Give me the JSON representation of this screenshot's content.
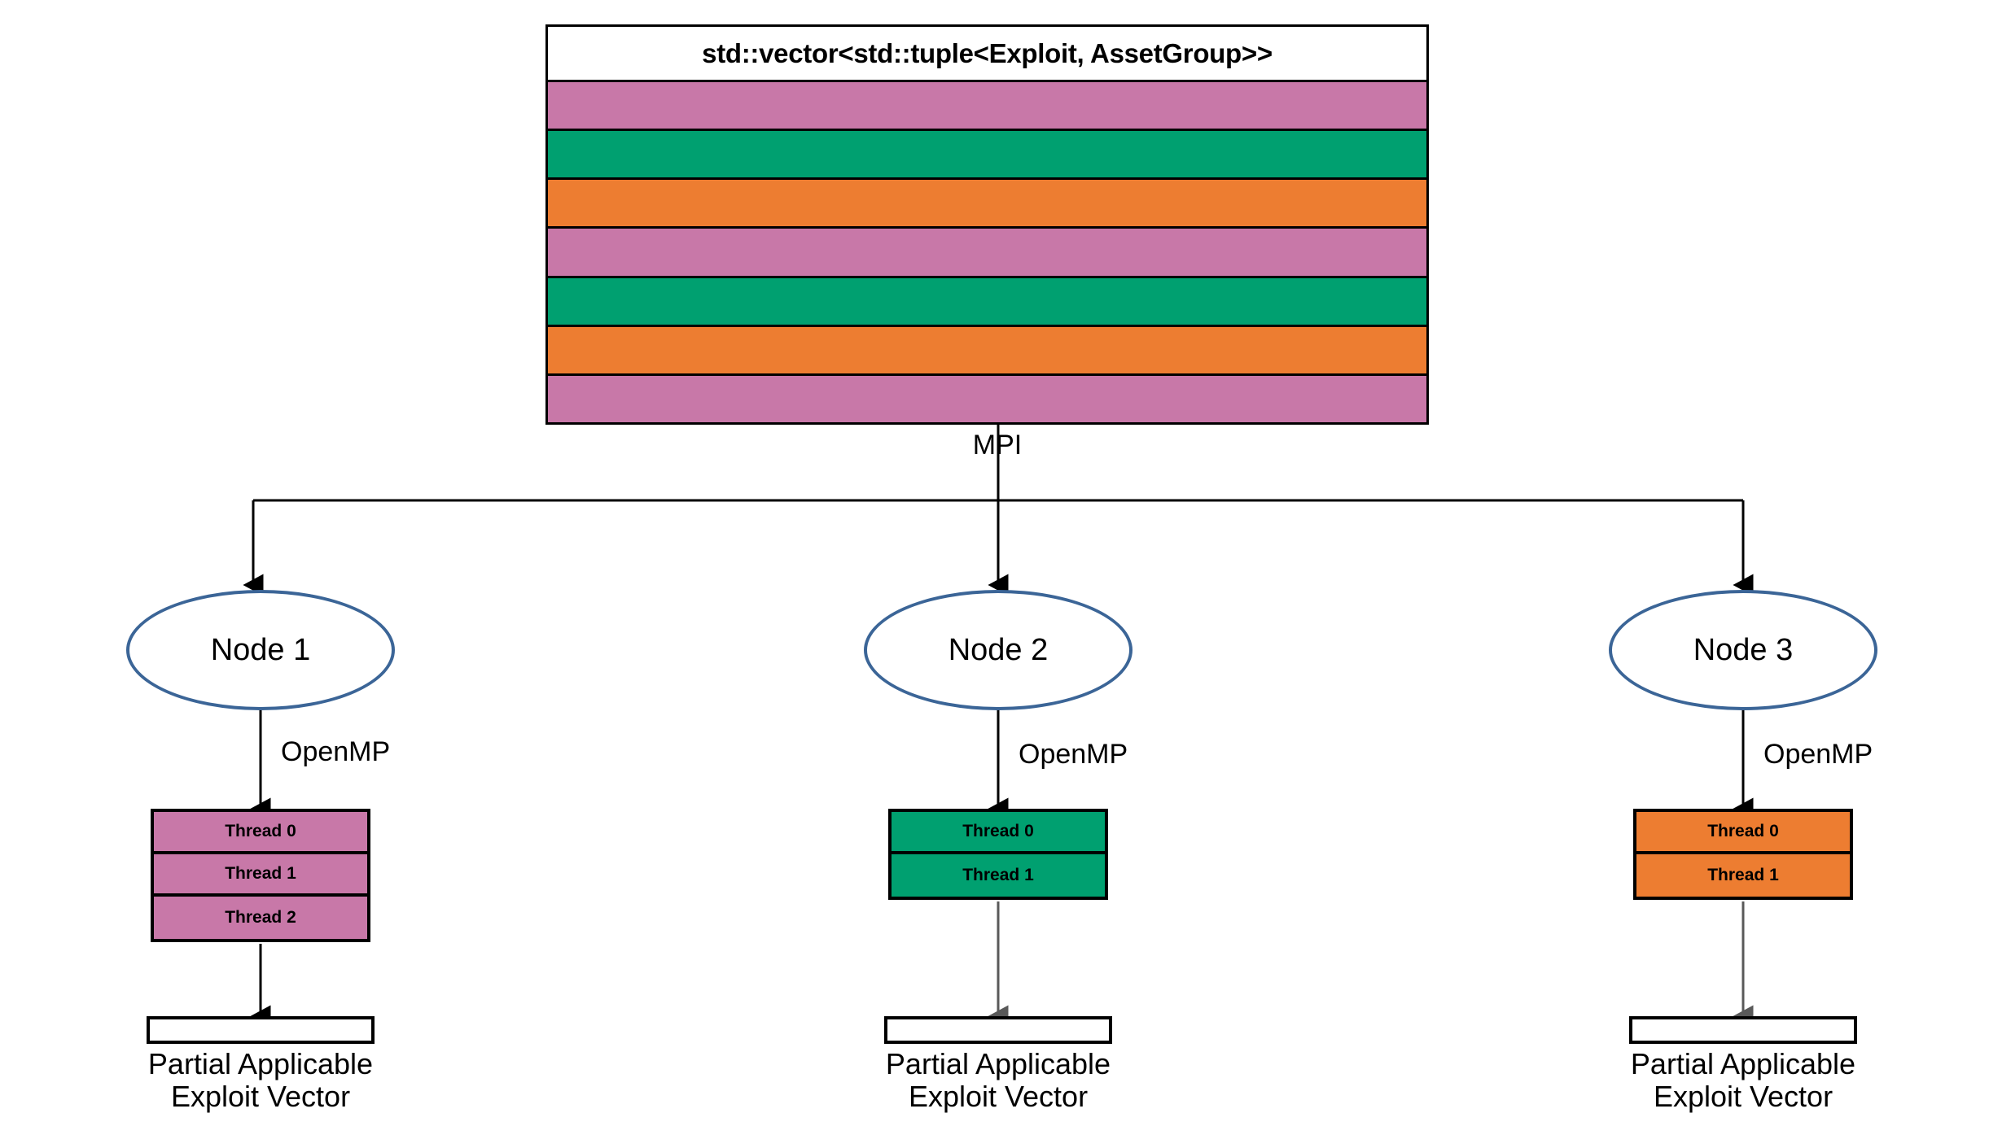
{
  "diagram": {
    "title": "MPI + OpenMP hybrid exploit vector distribution",
    "vector": {
      "header_label": "std::vector<std::tuple<Exploit, AssetGroup>>",
      "bands": [
        {
          "index": 0,
          "color": "#C878A8"
        },
        {
          "index": 1,
          "color": "#00A070"
        },
        {
          "index": 2,
          "color": "#ED7D31"
        },
        {
          "index": 3,
          "color": "#C878A8"
        },
        {
          "index": 4,
          "color": "#00A070"
        },
        {
          "index": 5,
          "color": "#ED7D31"
        },
        {
          "index": 6,
          "color": "#C878A8"
        }
      ]
    },
    "mpi_label": "MPI",
    "nodes": [
      {
        "id": "node-1",
        "label": "Node 1",
        "openmp_label": "OpenMP",
        "thread_color": "#C878A8",
        "threads": [
          "Thread 0",
          "Thread 1",
          "Thread 2"
        ],
        "output_caption_line1": "Partial Applicable",
        "output_caption_line2": "Exploit Vector"
      },
      {
        "id": "node-2",
        "label": "Node 2",
        "openmp_label": "OpenMP",
        "thread_color": "#00A070",
        "threads": [
          "Thread 0",
          "Thread 1"
        ],
        "output_caption_line1": "Partial Applicable",
        "output_caption_line2": "Exploit Vector"
      },
      {
        "id": "node-3",
        "label": "Node 3",
        "openmp_label": "OpenMP",
        "thread_color": "#ED7D31",
        "threads": [
          "Thread 0",
          "Thread 1"
        ],
        "output_caption_line1": "Partial Applicable",
        "output_caption_line2": "Exploit Vector"
      }
    ],
    "colors": {
      "pink": "#C878A8",
      "green": "#00A070",
      "orange": "#ED7D31",
      "ellipse_stroke": "#3B6597",
      "outline": "#000000",
      "background": "#FFFFFF"
    }
  }
}
